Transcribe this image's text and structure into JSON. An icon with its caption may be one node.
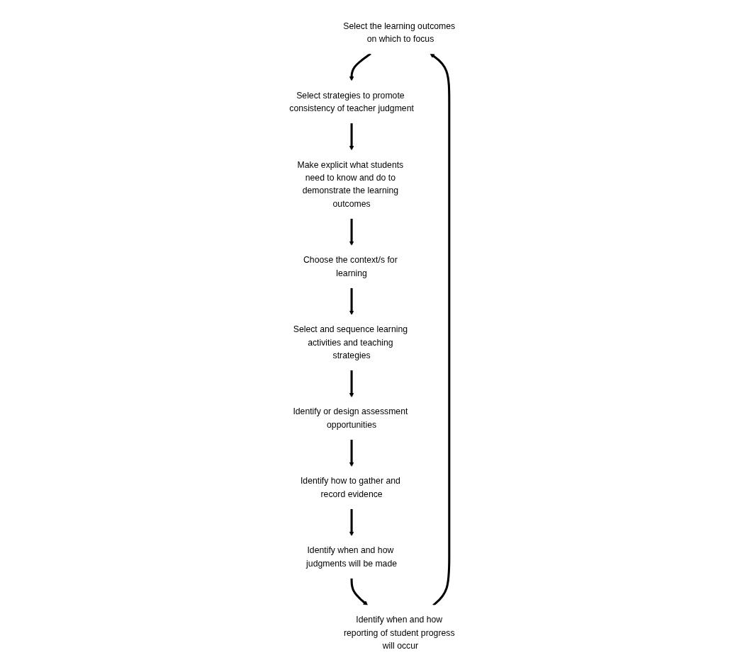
{
  "diagram": {
    "nodes": [
      {
        "text": [
          "Select the learning outcomes on which to focus"
        ]
      },
      {
        "text": [
          "Select strategies to promote consistency of teacher judgment"
        ]
      },
      {
        "text": [
          "Make explicit what students need to know and do to demonstrate the learning outcomes"
        ]
      },
      {
        "text": [
          "Choose the context/s for learning"
        ]
      },
      {
        "text": [
          "Select and sequence learning activities and teaching strategies"
        ]
      },
      {
        "text": [
          "Identify or design assessment opportunities"
        ]
      },
      {
        "text": [
          "Identify how to gather and record evidence"
        ]
      },
      {
        "text": [
          "Identify when and how judgments will be made"
        ]
      },
      {
        "text": [
          "Identify when and how reporting of student progress will occur"
        ]
      }
    ],
    "edges": [
      {
        "from": 0,
        "to": 1,
        "arrow": "to"
      },
      {
        "from": 1,
        "to": 2,
        "arrow": "to"
      },
      {
        "from": 2,
        "to": 3,
        "arrow": "to"
      },
      {
        "from": 3,
        "to": 4,
        "arrow": "to"
      },
      {
        "from": 4,
        "to": 5,
        "arrow": "to"
      },
      {
        "from": 5,
        "to": 6,
        "arrow": "to"
      },
      {
        "from": 6,
        "to": 7,
        "arrow": "to"
      },
      {
        "from": 7,
        "to": 8,
        "arrow": "to"
      },
      {
        "from": 8,
        "to": 0,
        "arrow": "to"
      }
    ]
  }
}
